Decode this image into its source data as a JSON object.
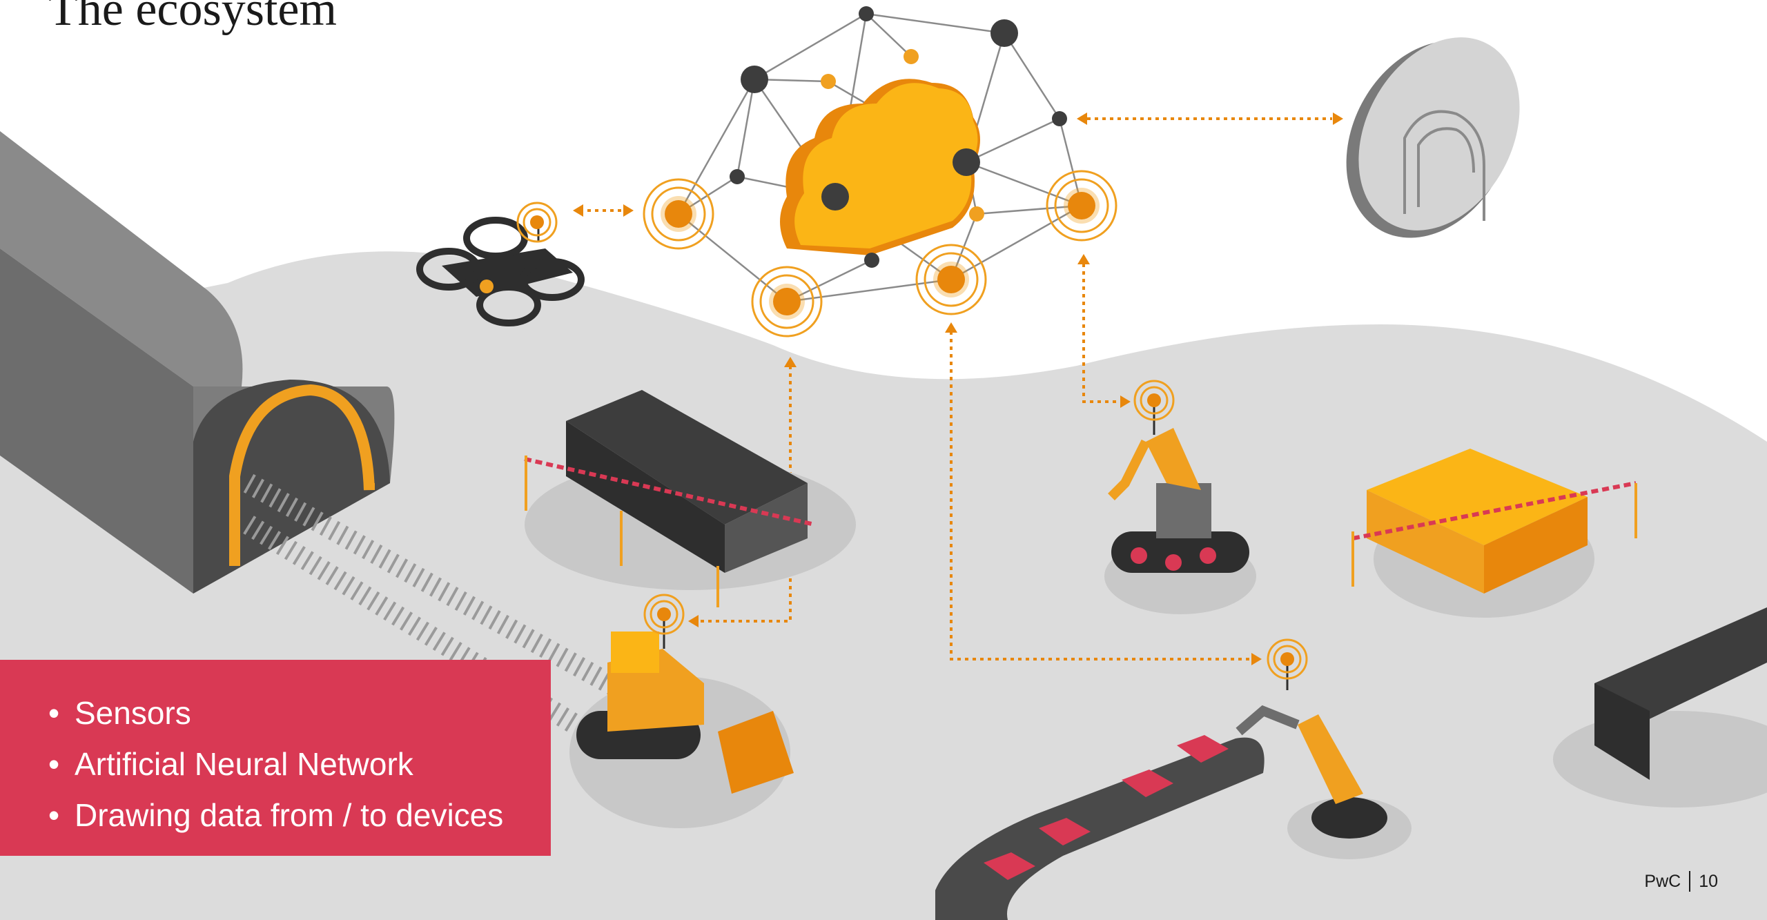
{
  "slide": {
    "title": "The ecosystem"
  },
  "bullets": [
    "Sensors",
    "Artificial Neural Network",
    "Drawing data from / to devices"
  ],
  "footer": {
    "brand": "PwC",
    "page_number": "10"
  },
  "colors": {
    "accent": "#d93954",
    "orange": "#f0a020",
    "dark_orange": "#e8870c",
    "ground": "#dcdcdc",
    "dark_grey": "#3d3d3d"
  },
  "icons": [
    "tunnel-icon",
    "drone-icon",
    "cloud-network-icon",
    "concrete-slabs-icon",
    "robot-arm-icon",
    "lumber-stack-icon",
    "bulldozer-icon",
    "conveyor-robot-icon",
    "tunnel-badge-icon",
    "antenna-signal-icon"
  ]
}
